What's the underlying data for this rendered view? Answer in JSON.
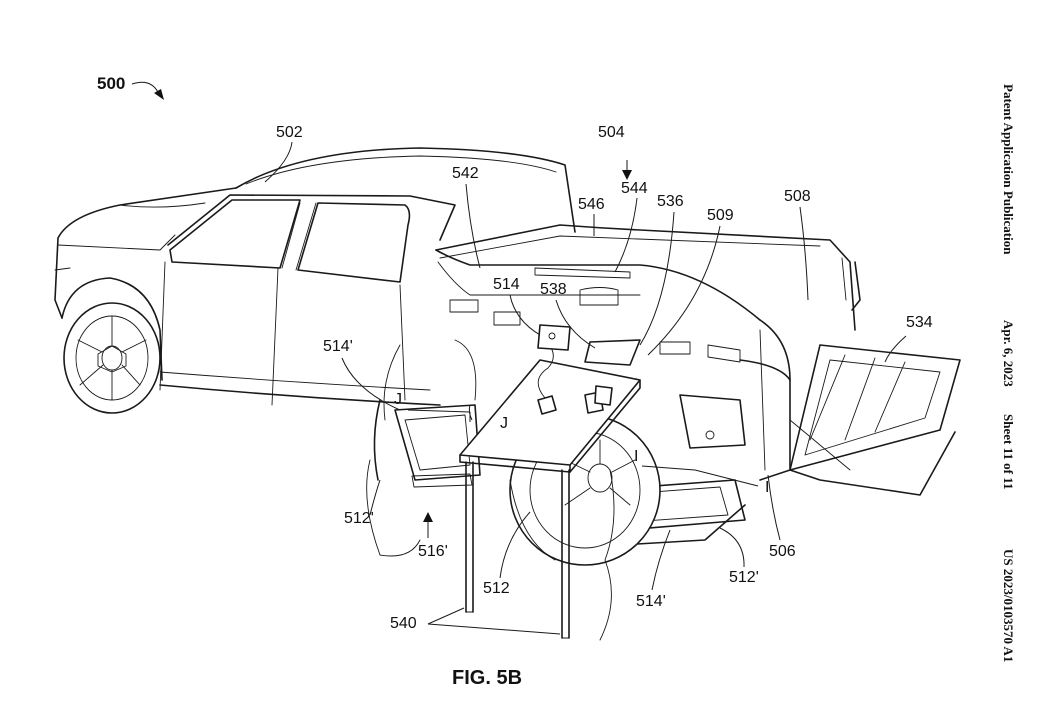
{
  "header_side": {
    "publication": "Patent Application Publication",
    "date": "Apr. 6, 2023",
    "sheet": "Sheet 11 of 11",
    "number": "US 2023/0103570 A1"
  },
  "figure": {
    "id": "500",
    "caption": "FIG. 5B"
  },
  "reference_labels": {
    "r502": "502",
    "r504": "504",
    "r542": "542",
    "r544": "544",
    "r546": "546",
    "r536": "536",
    "r509": "509",
    "r508": "508",
    "r514": "514",
    "r538": "538",
    "r534": "534",
    "r514p_left": "514'",
    "r_j1": "J",
    "r_j2": "J",
    "r_i1": "I",
    "r_i2": "I",
    "r512p_left": "512'",
    "r516p": "516'",
    "r512": "512",
    "r514p_bottom": "514'",
    "r512p_right": "512'",
    "r506": "506",
    "r540": "540"
  }
}
